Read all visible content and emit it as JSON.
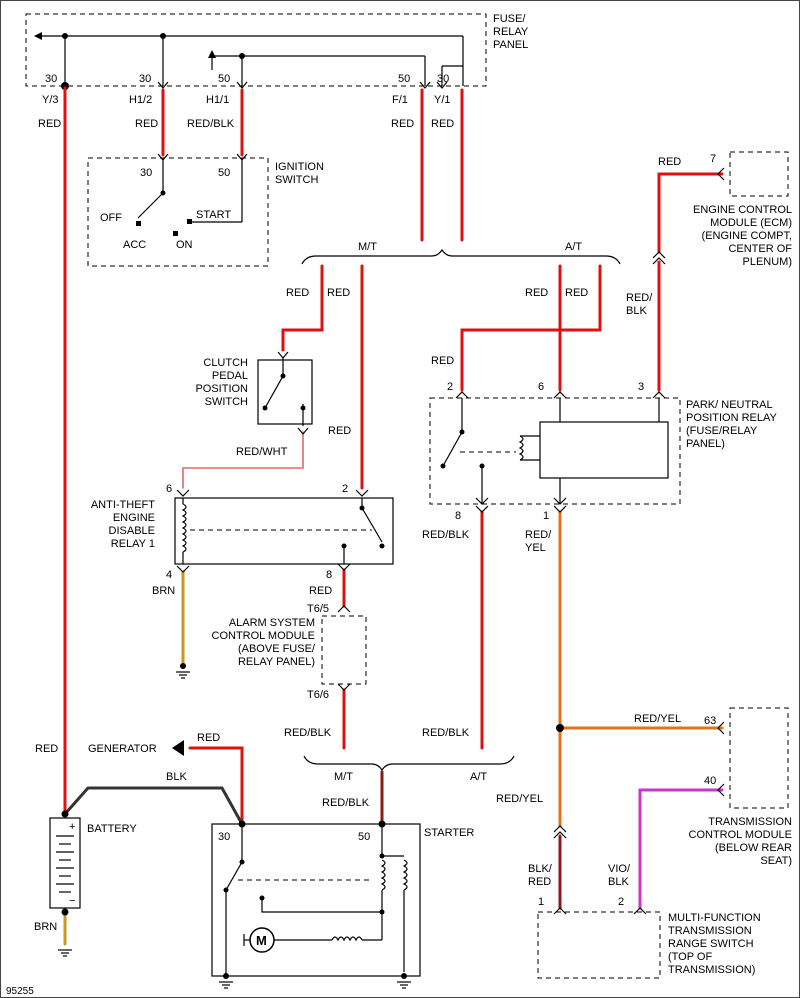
{
  "diagram_id": "95255",
  "wire_colors": {
    "red": "#dd1111",
    "red_yel": "#e0741a",
    "brn": "#c79a1f",
    "vio_blk": "#cc33cc",
    "blk": "#333333",
    "red_wht": "#e06a6a"
  },
  "components": {
    "fuse_panel": "FUSE/\nRELAY\nPANEL",
    "ignition": "IGNITION\nSWITCH",
    "ecm": "ENGINE CONTROL\nMODULE (ECM)\n(ENGINE COMPT,\nCENTER OF\nPLENUM)",
    "clutch": "CLUTCH\nPEDAL\nPOSITION\nSWITCH",
    "park_neutral": "PARK/ NEUTRAL\nPOSITION RELAY\n(FUSE/RELAY\nPANEL)",
    "anti_theft": "ANTI-THEFT\nENGINE\nDISABLE\nRELAY 1",
    "alarm": "ALARM SYSTEM\nCONTROL MODULE\n(ABOVE FUSE/\nRELAY PANEL)",
    "generator": "GENERATOR",
    "battery": "BATTERY",
    "starter": "STARTER",
    "tcm": "TRANSMISSION\nCONTROL MODULE\n(BELOW REAR\nSEAT)",
    "mfs": "MULTI-FUNCTION\nTRANSMISSION\nRANGE SWITCH\n(TOP OF\nTRANSMISSION)"
  },
  "switch_positions": {
    "off": "OFF",
    "acc": "ACC",
    "on": "ON",
    "start": "START"
  },
  "branches": {
    "mt": "M/T",
    "at": "A/T"
  },
  "pins": {
    "fuse_30a": "30",
    "fuse_30b": "30",
    "fuse_50a": "50",
    "fuse_50b": "50",
    "fuse_30c": "30",
    "y3": "Y/3",
    "h12": "H1/2",
    "h11": "H1/1",
    "f1": "F/1",
    "y1": "Y/1",
    "ign_30": "30",
    "ign_50": "50",
    "ecm_7": "7",
    "pn_2": "2",
    "pn_6": "6",
    "pn_3": "3",
    "pn_8": "8",
    "pn_1": "1",
    "at_6": "6",
    "at_2": "2",
    "at_4": "4",
    "at_8": "8",
    "t65": "T6/5",
    "t66": "T6/6",
    "tcm_63": "63",
    "tcm_40": "40",
    "st_30": "30",
    "st_50": "50",
    "mfs_1": "1",
    "mfs_2": "2"
  },
  "wire_labels": {
    "y3_red": "RED",
    "h12_red": "RED",
    "h11_redblk": "RED/BLK",
    "f1_red": "RED",
    "y1_red": "RED",
    "ecm_red": "RED",
    "mt_red_l": "RED",
    "mt_red_r": "RED",
    "at_red_l": "RED",
    "at_red_r": "RED",
    "ecm_redblk": "RED/\nBLK",
    "pn2_red": "RED",
    "clutch_red": "RED",
    "redwht": "RED/WHT",
    "pn8_redblk": "RED/BLK",
    "pn1_redyel": "RED/\nYEL",
    "brn_top": "BRN",
    "at8_red": "RED",
    "alarm_redblk": "RED/BLK",
    "at_redblk": "RED/BLK",
    "tcm_redyel": "RED/YEL",
    "bat_red": "RED",
    "gen_red": "RED",
    "blk": "BLK",
    "st_redblk": "RED/BLK",
    "redyel_lower": "RED/YEL",
    "blkred": "BLK/\nRED",
    "vioblk": "VIO/\nBLK",
    "brn_bot": "BRN"
  },
  "battery_signs": {
    "plus": "+",
    "minus": "−"
  },
  "motor_label": "M"
}
